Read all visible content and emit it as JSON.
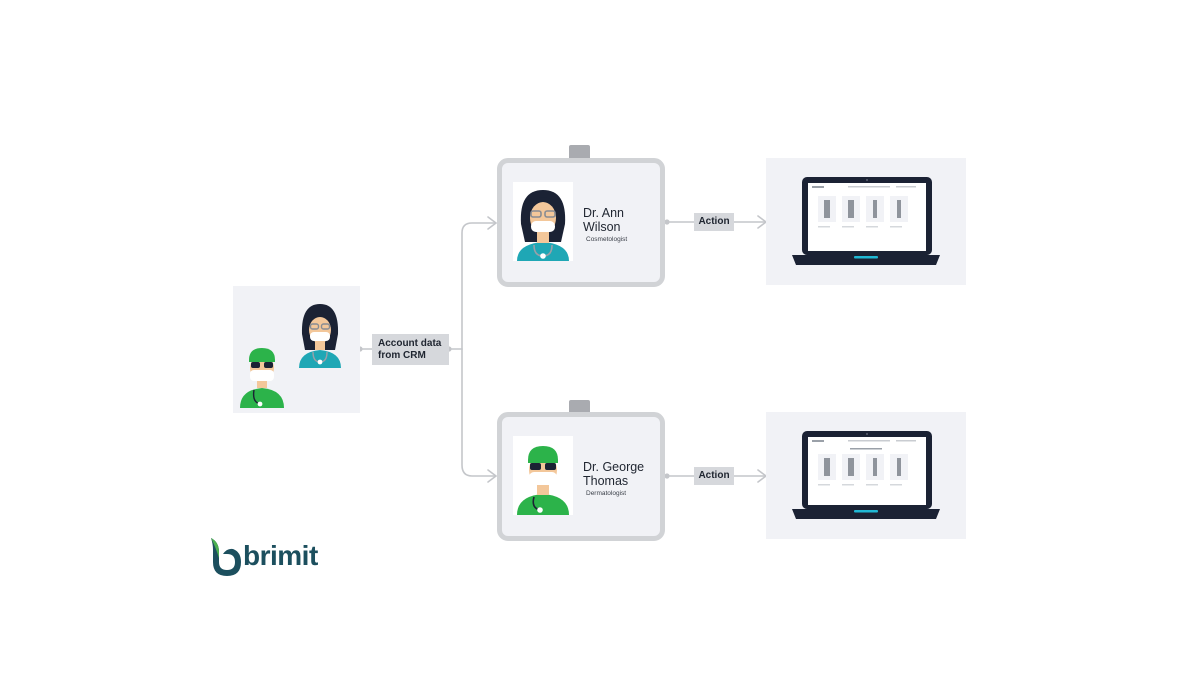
{
  "flow": {
    "crm_label_line1": "Account data",
    "crm_label_line2": "from CRM",
    "action_label": "Action"
  },
  "profiles": [
    {
      "name_line1": "Dr. Ann",
      "name_line2": "Wilson",
      "role": "Cosmetologist"
    },
    {
      "name_line1": "Dr. George",
      "name_line2": "Thomas",
      "role": "Dermatologist"
    }
  ],
  "brand": {
    "name": "brimit"
  },
  "icons": {
    "female_doctor": "female-doctor-icon",
    "male_doctor": "male-doctor-icon",
    "laptop": "laptop-icon",
    "logo_mark": "brimit-logo-icon"
  },
  "colors": {
    "panel_bg": "#f1f2f6",
    "badge_border": "#d1d3d6",
    "tag_bg": "#d6d8dc",
    "connector": "#c4c6ca",
    "teal_scrubs": "#1fa7b5",
    "green_scrubs": "#2cb34a",
    "laptop_body": "#1b2234",
    "laptop_accent": "#20b8d4",
    "brand_teal": "#1c4f5e",
    "brand_green": "#4caf50"
  }
}
